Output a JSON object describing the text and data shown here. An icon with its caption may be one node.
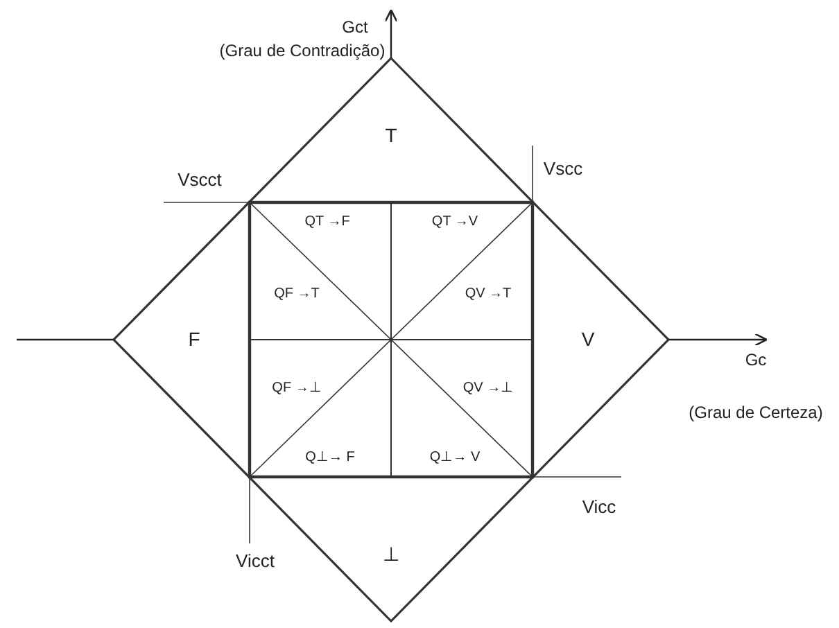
{
  "diagram": {
    "labels": [
      "Gct",
      "(Grau de Contradição)",
      "T",
      "Vscc",
      "Vscct",
      "QT →F",
      "QT →V",
      "QF →T",
      "QV →T",
      "F",
      "V",
      "Gc",
      "QF →⊥",
      "QV →⊥",
      "(Grau de Certeza)",
      "Q⊥→ F",
      "Q⊥→ V",
      "Vicc",
      "Vicct",
      "⊥"
    ]
  }
}
